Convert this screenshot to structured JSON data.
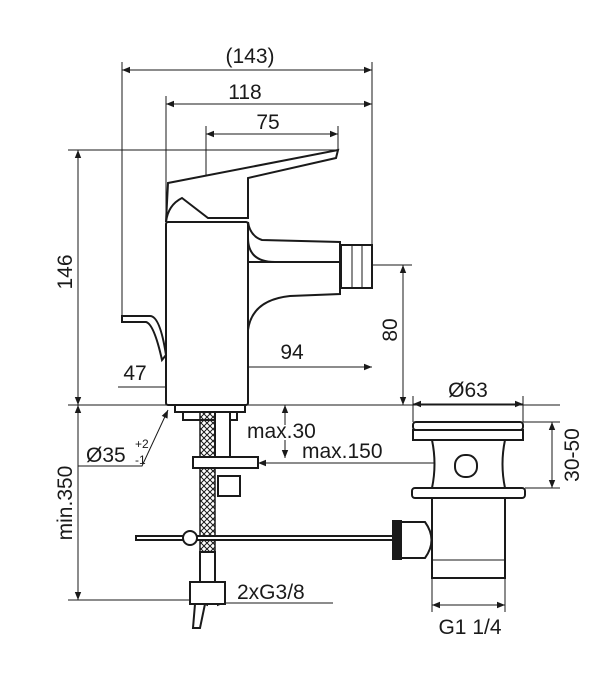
{
  "drawing": {
    "dimensions": {
      "overall_depth": "(143)",
      "spout_reach": "118",
      "lever_length": "75",
      "height": "146",
      "outlet_height": "80",
      "outlet_to_axis": "94",
      "body_width": "47",
      "hole_diameter": "Ø35",
      "hole_tol_plus": "+2",
      "hole_tol_minus": "-1",
      "min_length": "min.350",
      "max_thickness": "max.30",
      "max_rod": "max.150",
      "waste_diameter": "Ø63",
      "waste_range": "30-50",
      "connection": "2xG3/8",
      "waste_thread": "G1 1/4"
    },
    "color": "#1a1a1a"
  }
}
